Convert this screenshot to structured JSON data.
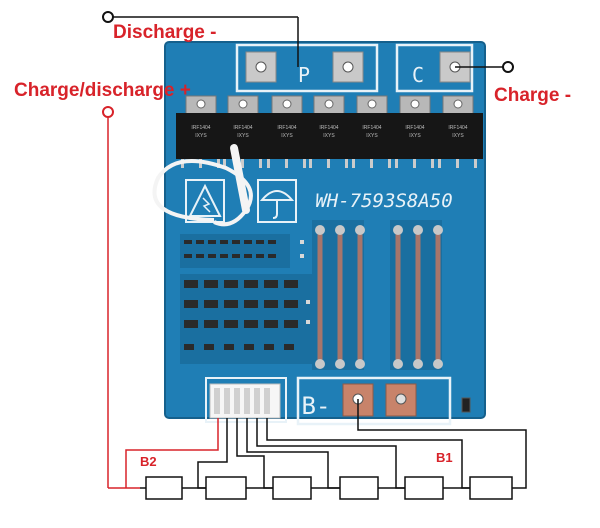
{
  "labels": {
    "discharge_minus": "Discharge -",
    "charge_discharge_plus": "Charge/discharge +",
    "charge_minus": "Charge -",
    "b2": "B2",
    "b1": "B1"
  },
  "board": {
    "model": "WH-7593S8A50",
    "pad_p": "P",
    "pad_c": "C",
    "pad_b": "B-",
    "mosfet_marking_line1": "IRF1404",
    "mosfet_marking_line2": "IXYS"
  },
  "colors": {
    "pcb": "#1f7eb5",
    "pcb_edge": "#15608c",
    "silkscreen": "#e8f2f8",
    "label_red": "#d8232a",
    "wire_black": "#111111"
  }
}
